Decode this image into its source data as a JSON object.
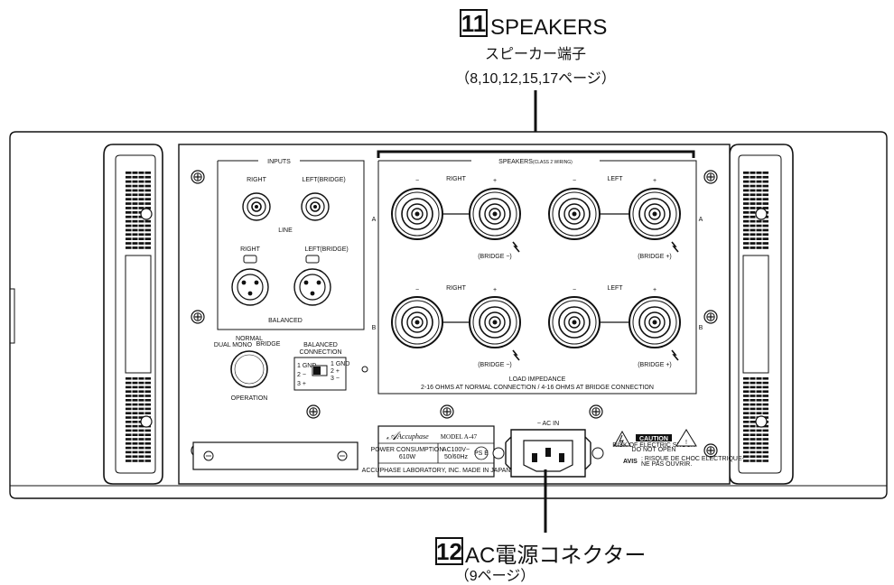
{
  "callouts": {
    "speakers": {
      "number": "11",
      "title": "SPEAKERS",
      "subtitle": "スピーカー端子",
      "pages": "（8,10,12,15,17ページ）"
    },
    "ac": {
      "number": "12",
      "title": "AC電源コネクター",
      "pages": "（9ページ）"
    }
  },
  "inputs": {
    "title": "INPUTS",
    "rca_right": "RIGHT",
    "rca_left": "LEFT",
    "rca_left_sub": "(BRIDGE)",
    "line": "LINE",
    "xlr_right": "RIGHT",
    "xlr_left": "LEFT",
    "xlr_left_sub": "(BRIDGE)",
    "balanced": "BALANCED"
  },
  "operation": {
    "dual_mono": "DUAL MONO",
    "normal": "NORMAL",
    "bridge": "BRIDGE",
    "label": "OPERATION"
  },
  "balanced_connection": {
    "title1": "BALANCED",
    "title2": "CONNECTION",
    "left_1": "1  GND",
    "left_2": "2  −",
    "left_3": "3  +",
    "right_1": "1 GND",
    "right_2": "2  +",
    "right_3": "3  −"
  },
  "speakers": {
    "header": "SPEAKERS",
    "header_sub": "(CLASS 2 WIRING)",
    "row_a": "A",
    "row_b": "B",
    "minus": "−",
    "plus": "+",
    "right": "RIGHT",
    "left": "LEFT",
    "bridge_minus": "(BRIDGE −)",
    "bridge_plus": "(BRIDGE +)",
    "load_impedance": "LOAD IMPEDANCE",
    "impedance_text": "2-16 OHMS AT NORMAL CONNECTION / 4-16 OHMS AT BRIDGE CONNECTION"
  },
  "nameplate": {
    "brand": "Accuphase",
    "model": "MODEL A-47",
    "power_label": "POWER CONSUMPTION",
    "power_value": "610W",
    "ac_spec_1": "AC100V~",
    "ac_spec_2": "50/60Hz",
    "pse": "PS E",
    "footer": "ACCUPHASE LABORATORY, INC.   MADE IN JAPAN"
  },
  "ac_inlet": {
    "label": "~ AC IN"
  },
  "caution": {
    "title": "CAUTION",
    "line1": "RISK OF ELECTRIC SHOCK",
    "line2": "DO NOT OPEN",
    "avis": "AVIS",
    "avis_line1": ": RISQUE DE CHOC ELECTRIQUE-",
    "avis_line2": "NE PAS OUVRIR."
  }
}
